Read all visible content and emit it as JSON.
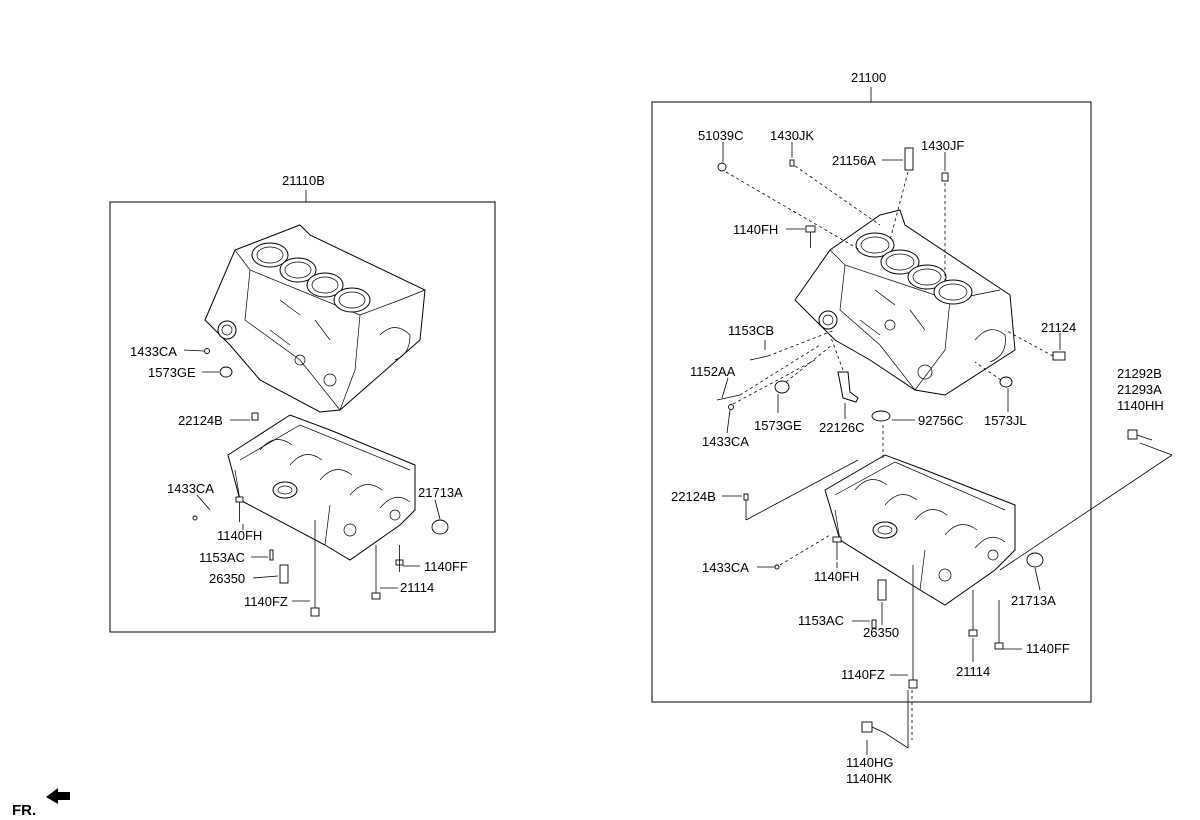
{
  "left_assembly": {
    "title": "21110B",
    "labels": {
      "p1433CA_upper": "1433CA",
      "p1573GE": "1573GE",
      "p22124B": "22124B",
      "p1433CA_lower": "1433CA",
      "p21713A": "21713A",
      "p1140FH": "1140FH",
      "p1153AC": "1153AC",
      "p26350": "26350",
      "p1140FF": "1140FF",
      "p21114": "21114",
      "p1140FZ": "1140FZ"
    }
  },
  "right_assembly": {
    "title": "21100",
    "labels": {
      "p51039C": "51039C",
      "p1430JK": "1430JK",
      "p21156A": "21156A",
      "p1430JF": "1430JF",
      "p1140FH_top": "1140FH",
      "p1153CB": "1153CB",
      "p21124": "21124",
      "p1152AA": "1152AA",
      "p1573GE": "1573GE",
      "p22126C": "22126C",
      "p92756C": "92756C",
      "p1573JL": "1573JL",
      "p1433CA_a": "1433CA",
      "p22124B": "22124B",
      "p1433CA_b": "1433CA",
      "p1140FH_bot": "1140FH",
      "p21713A": "21713A",
      "p1153AC": "1153AC",
      "p26350": "26350",
      "p1140FF": "1140FF",
      "p21114": "21114",
      "p1140FZ": "1140FZ"
    }
  },
  "outside_labels": {
    "p21292B": "21292B",
    "p21293A": "21293A",
    "p1140HH": "1140HH",
    "p1140HG": "1140HG",
    "p1140HK": "1140HK"
  },
  "front_indicator": "FR."
}
